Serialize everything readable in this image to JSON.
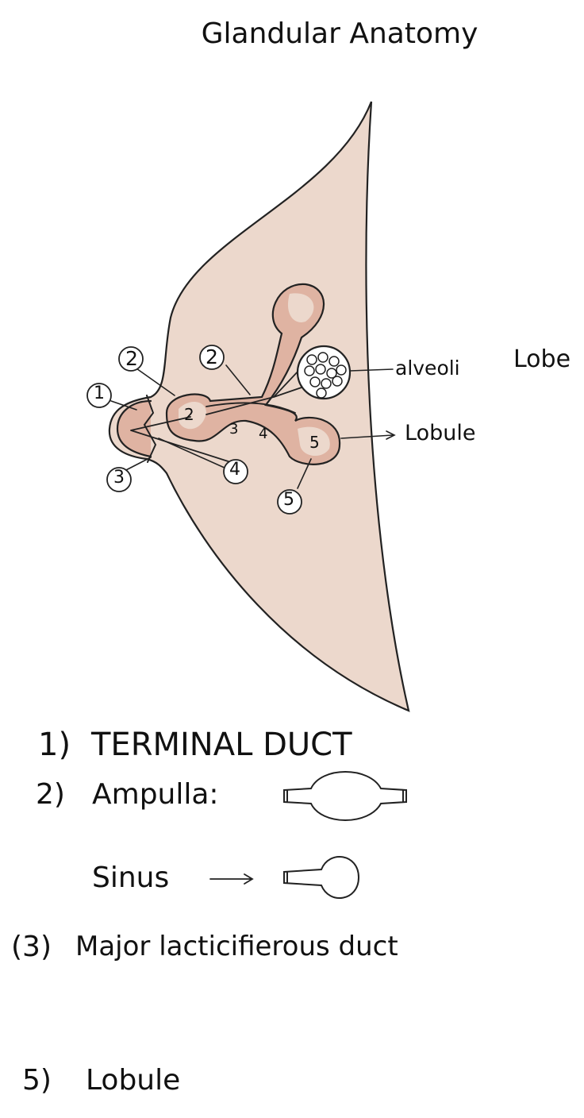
{
  "title": "Glandular Anatomy",
  "diagram": {
    "callouts": [
      "1",
      "2",
      "2",
      "3",
      "4",
      "5"
    ],
    "inner_numbers": [
      "2",
      "3",
      "4",
      "5"
    ],
    "labels": {
      "alveoli": "alveoli",
      "lobe": "Lobe",
      "lobule": "Lobule"
    },
    "colors": {
      "tissue": "#ecd8cc",
      "duct": "#dfb3a2",
      "outline": "#222222"
    }
  },
  "legend": [
    {
      "num": "1)",
      "text": "TERMINAL  DUCT"
    },
    {
      "num": "2)",
      "text": "Ampulla:"
    },
    {
      "num": "",
      "text": "Sinus"
    },
    {
      "num": "(3)",
      "text": "Major lacticifierous duct"
    },
    {
      "num": "5)",
      "text": "Lobule"
    }
  ]
}
